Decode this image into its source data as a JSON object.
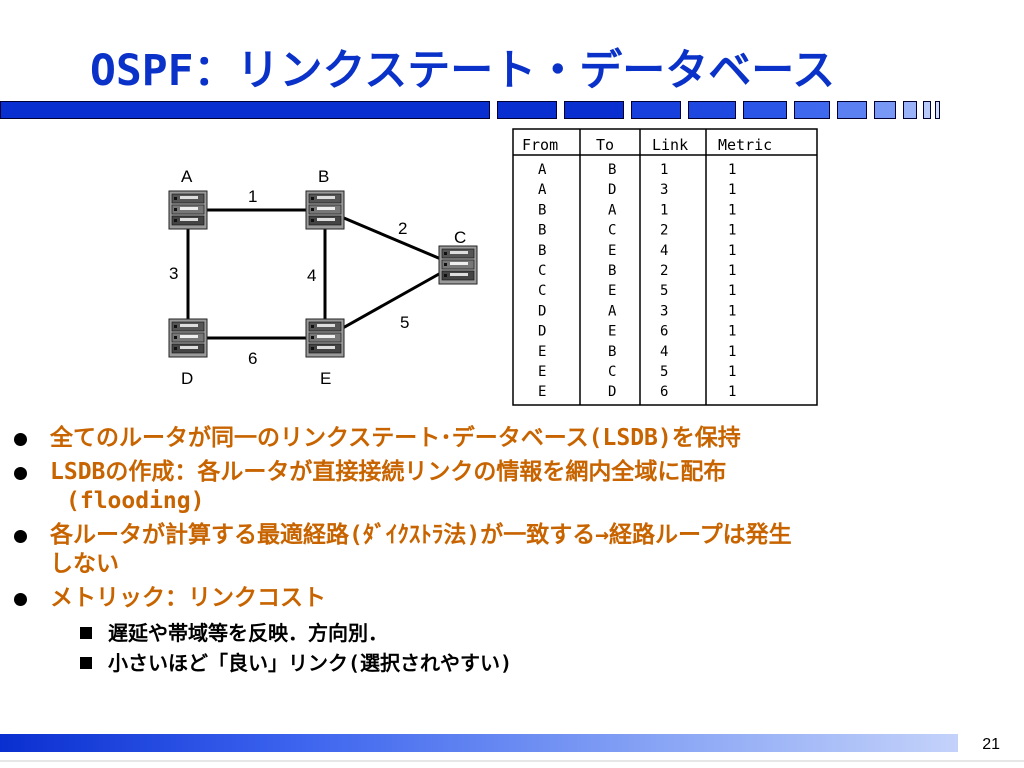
{
  "title": "OSPF：リンクステート・データベース",
  "diagram": {
    "nodes": [
      {
        "label": "A"
      },
      {
        "label": "B"
      },
      {
        "label": "C"
      },
      {
        "label": "D"
      },
      {
        "label": "E"
      }
    ],
    "links": [
      {
        "label": "1"
      },
      {
        "label": "2"
      },
      {
        "label": "3"
      },
      {
        "label": "4"
      },
      {
        "label": "5"
      },
      {
        "label": "6"
      }
    ]
  },
  "lsdb_table": {
    "headers": [
      "From",
      "To",
      "Link",
      "Metric"
    ],
    "rows": [
      [
        "A",
        "B",
        "1",
        "1"
      ],
      [
        "A",
        "D",
        "3",
        "1"
      ],
      [
        "B",
        "A",
        "1",
        "1"
      ],
      [
        "B",
        "C",
        "2",
        "1"
      ],
      [
        "B",
        "E",
        "4",
        "1"
      ],
      [
        "C",
        "B",
        "2",
        "1"
      ],
      [
        "C",
        "E",
        "5",
        "1"
      ],
      [
        "D",
        "A",
        "3",
        "1"
      ],
      [
        "D",
        "E",
        "6",
        "1"
      ],
      [
        "E",
        "B",
        "4",
        "1"
      ],
      [
        "E",
        "C",
        "5",
        "1"
      ],
      [
        "E",
        "D",
        "6",
        "1"
      ]
    ]
  },
  "bullets": [
    {
      "line1": "全てのルータが同一のリンクステート･データベース(LSDB)を保持",
      "line2": ""
    },
    {
      "line1": "LSDBの作成：各ルータが直接接続リンクの情報を網内全域に配布",
      "line2": "(flooding)"
    },
    {
      "line1": "各ルータが計算する最適経路(ﾀﾞｲｸｽﾄﾗ法)が一致する→経路ループは発生",
      "line2": "しない"
    },
    {
      "line1": "メトリック：リンクコスト",
      "line2": ""
    }
  ],
  "sub_bullets": [
    "遅延や帯域等を反映．方向別．",
    "小さいほど「良い」リンク(選択されやすい)"
  ],
  "page_number": "21",
  "colors": {
    "title": "#0a32c8",
    "bullet_text": "#c86400",
    "bar_dark": "#0a2fd0",
    "bar_light": "#c4d2fa"
  }
}
